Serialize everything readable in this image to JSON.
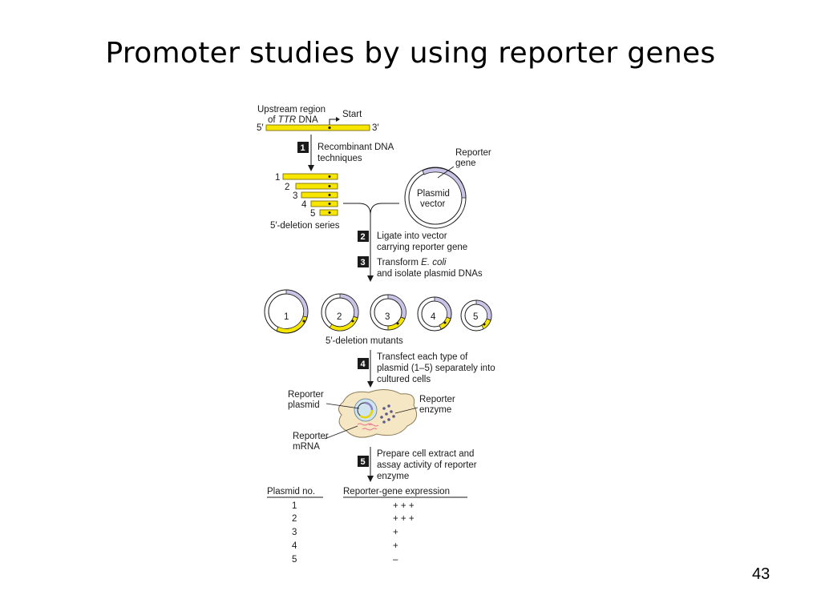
{
  "slide": {
    "title": "Promoter studies by using reporter genes",
    "page_number": "43"
  },
  "diagram": {
    "upstream_label_1": "Upstream region",
    "upstream_label_2_prefix": "of ",
    "upstream_label_2_italic": "TTR",
    "upstream_label_2_suffix": " DNA",
    "start": "Start",
    "five_prime": "5′",
    "three_prime": "3′",
    "steps": [
      {
        "num": "1",
        "lines": [
          "Recombinant DNA",
          "techniques"
        ]
      },
      {
        "num": "2",
        "lines": [
          "Ligate into vector",
          "carrying reporter gene"
        ]
      },
      {
        "num": "3",
        "lines_prefix": "Transform ",
        "italic": "E. coli",
        "line2": "and isolate plasmid DNAs"
      },
      {
        "num": "4",
        "lines": [
          "Transfect each type of",
          "plasmid (1–5) separately into",
          "cultured cells"
        ]
      },
      {
        "num": "5",
        "lines": [
          "Prepare cell extract and",
          "assay activity of reporter",
          "enzyme"
        ]
      }
    ],
    "deletion_numbers": [
      "1",
      "2",
      "3",
      "4",
      "5"
    ],
    "deletion_series_label": "5′-deletion series",
    "reporter_gene_label": [
      "Reporter",
      "gene"
    ],
    "plasmid_vector_label": [
      "Plasmid",
      "vector"
    ],
    "mutant_numbers": [
      "1",
      "2",
      "3",
      "4",
      "5"
    ],
    "deletion_mutants_label": "5′-deletion mutants",
    "reporter_plasmid_label": [
      "Reporter",
      "plasmid"
    ],
    "reporter_enzyme_label": [
      "Reporter",
      "enzyme"
    ],
    "reporter_mrna_label": [
      "Reporter",
      "mRNA"
    ],
    "table": {
      "headers": [
        "Plasmid no.",
        "Reporter-gene expression"
      ],
      "rows": [
        [
          "1",
          "+ + +"
        ],
        [
          "2",
          "+ + +"
        ],
        [
          "3",
          "+"
        ],
        [
          "4",
          "+"
        ],
        [
          "5",
          "–"
        ]
      ]
    }
  },
  "colors": {
    "dna_yellow": "#f7e600",
    "reporter_lavender": "#c9c3e6",
    "cell_fill": "#f6e7c4",
    "step_box": "#1a1a1a"
  }
}
